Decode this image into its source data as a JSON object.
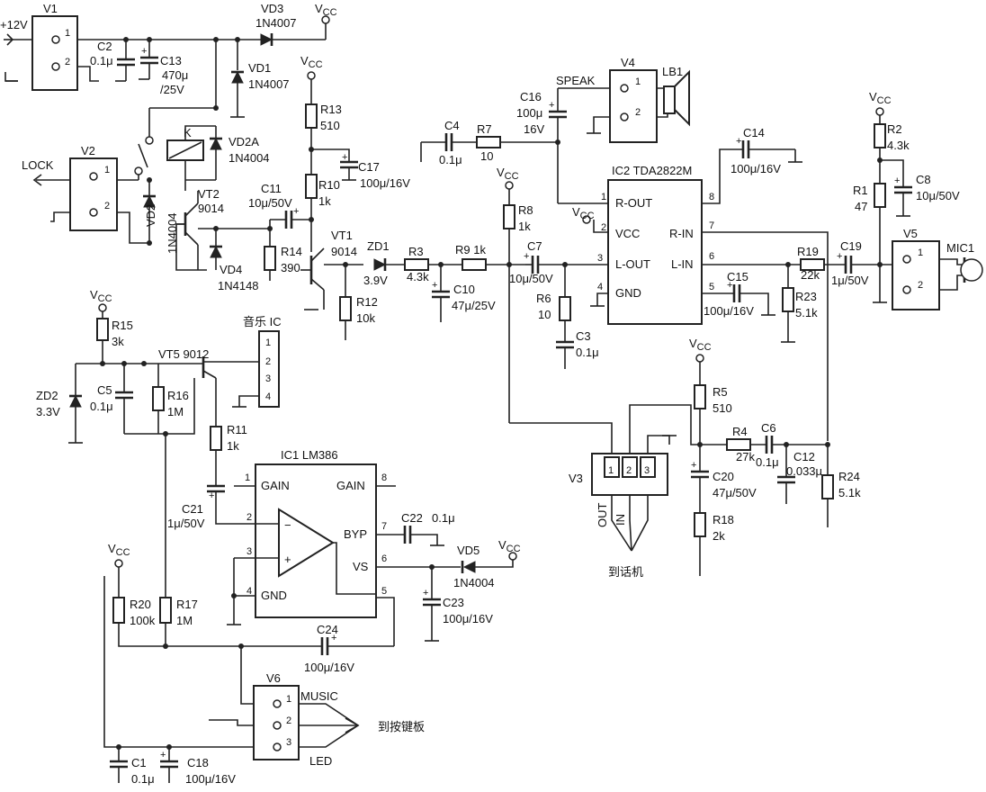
{
  "labels": {
    "plus12v": "+12V",
    "lock": "LOCK",
    "speak": "SPEAK",
    "mic1": "MIC1",
    "music_ic": "音乐 IC",
    "to_phone": "到话机",
    "to_keyboard": "到按键板",
    "music": "MUSIC",
    "led": "LED",
    "vcc": "V",
    "vcc_sub": "CC",
    "out": "OUT",
    "in": "IN"
  },
  "connectors": {
    "V1": {
      "name": "V1",
      "pins": [
        "1",
        "2"
      ]
    },
    "V2": {
      "name": "V2",
      "pins": [
        "1",
        "2"
      ]
    },
    "V3": {
      "name": "V3",
      "pins": [
        "1",
        "2",
        "3"
      ]
    },
    "V4": {
      "name": "V4",
      "pins": [
        "1",
        "2"
      ]
    },
    "V5": {
      "name": "V5",
      "pins": [
        "1",
        "2"
      ]
    },
    "V6": {
      "name": "V6",
      "pins": [
        "1",
        "2",
        "3"
      ]
    },
    "musicIC": {
      "pins": [
        "1",
        "2",
        "3",
        "4"
      ]
    }
  },
  "relay": {
    "name": "K"
  },
  "speaker": {
    "name": "LB1"
  },
  "ic2": {
    "name": "IC2 TDA2822M",
    "left_pins": [
      {
        "num": "1",
        "name": "R-OUT"
      },
      {
        "num": "2",
        "name": "VCC"
      },
      {
        "num": "3",
        "name": "L-OUT"
      },
      {
        "num": "4",
        "name": "GND"
      }
    ],
    "right_pins": [
      {
        "num": "8",
        "name": ""
      },
      {
        "num": "7",
        "name": "R-IN"
      },
      {
        "num": "6",
        "name": "L-IN"
      },
      {
        "num": "5",
        "name": ""
      }
    ]
  },
  "ic1": {
    "name": "IC1 LM386",
    "pins": {
      "p1": "1",
      "gain1": "GAIN",
      "p8": "8",
      "gain8": "GAIN",
      "p2": "2",
      "minus": "−",
      "p3": "3",
      "plus": "+",
      "p4": "4",
      "gnd": "GND",
      "p7": "7",
      "byp": "BYP",
      "p6": "6",
      "vs": "VS",
      "p5": "5"
    }
  },
  "components": {
    "VD3": {
      "name": "VD3",
      "value": "1N4007"
    },
    "VD1": {
      "name": "VD1",
      "value": "1N4007"
    },
    "VD2A": {
      "name": "VD2A",
      "value": "1N4004"
    },
    "VD2": {
      "name": "VD2",
      "value": "1N4004"
    },
    "VD4": {
      "name": "VD4",
      "value": "1N4148"
    },
    "VD5": {
      "name": "VD5",
      "value": "1N4004"
    },
    "ZD1": {
      "name": "ZD1",
      "value": "3.9V"
    },
    "ZD2": {
      "name": "ZD2",
      "value": "3.3V"
    },
    "VT1": {
      "name": "VT1",
      "value": "9014"
    },
    "VT2": {
      "name": "VT2",
      "value": "9014"
    },
    "VT5": {
      "name": "VT5 9012",
      "value": ""
    },
    "C1": {
      "name": "C1",
      "value": "0.1μ"
    },
    "C2": {
      "name": "C2",
      "value": "0.1μ"
    },
    "C3": {
      "name": "C3",
      "value": "0.1μ"
    },
    "C4": {
      "name": "C4",
      "value": "0.1μ"
    },
    "C5": {
      "name": "C5",
      "value": "0.1μ"
    },
    "C6": {
      "name": "C6",
      "value": "0.1μ"
    },
    "C7": {
      "name": "C7",
      "value": "10μ/50V"
    },
    "C8": {
      "name": "C8",
      "value": "10μ/50V"
    },
    "C10": {
      "name": "C10",
      "value": "47μ/25V"
    },
    "C11": {
      "name": "C11",
      "value": "10μ/50V"
    },
    "C12": {
      "name": "C12",
      "value": "0.033μ"
    },
    "C13": {
      "name": "C13",
      "value": "470μ",
      "value2": "/25V"
    },
    "C14": {
      "name": "C14",
      "value": "100μ/16V"
    },
    "C15": {
      "name": "C15",
      "value": "100μ/16V"
    },
    "C16": {
      "name": "C16",
      "value": "100μ",
      "value2": "16V"
    },
    "C17": {
      "name": "C17",
      "value": "100μ/16V"
    },
    "C18": {
      "name": "C18",
      "value": "100μ/16V"
    },
    "C19": {
      "name": "C19",
      "value": "1μ/50V"
    },
    "C20": {
      "name": "C20",
      "value": "47μ/50V"
    },
    "C21": {
      "name": "C21",
      "value": "1μ/50V"
    },
    "C22": {
      "name": "C22",
      "value": "0.1μ"
    },
    "C23": {
      "name": "C23",
      "value": "100μ/16V"
    },
    "C24": {
      "name": "C24",
      "value": "100μ/16V"
    },
    "R1": {
      "name": "R1",
      "value": "47"
    },
    "R2": {
      "name": "R2",
      "value": "4.3k"
    },
    "R3": {
      "name": "R3",
      "value": "4.3k"
    },
    "R4": {
      "name": "R4",
      "value": "27k"
    },
    "R5": {
      "name": "R5",
      "value": "510"
    },
    "R6": {
      "name": "R6",
      "value": "10"
    },
    "R7": {
      "name": "R7",
      "value": "10"
    },
    "R8": {
      "name": "R8",
      "value": "1k"
    },
    "R9": {
      "name": "R9 1k",
      "value": ""
    },
    "R10": {
      "name": "R10",
      "value": "1k"
    },
    "R11": {
      "name": "R11",
      "value": "1k"
    },
    "R12": {
      "name": "R12",
      "value": "10k"
    },
    "R13": {
      "name": "R13",
      "value": "510"
    },
    "R14": {
      "name": "R14",
      "value": "390"
    },
    "R15": {
      "name": "R15",
      "value": "3k"
    },
    "R16": {
      "name": "R16",
      "value": "1M"
    },
    "R17": {
      "name": "R17",
      "value": "1M"
    },
    "R18": {
      "name": "R18",
      "value": "2k"
    },
    "R19": {
      "name": "R19",
      "value": "22k"
    },
    "R20": {
      "name": "R20",
      "value": "100k"
    },
    "R23": {
      "name": "R23",
      "value": "5.1k"
    },
    "R24": {
      "name": "R24",
      "value": "5.1k"
    }
  }
}
